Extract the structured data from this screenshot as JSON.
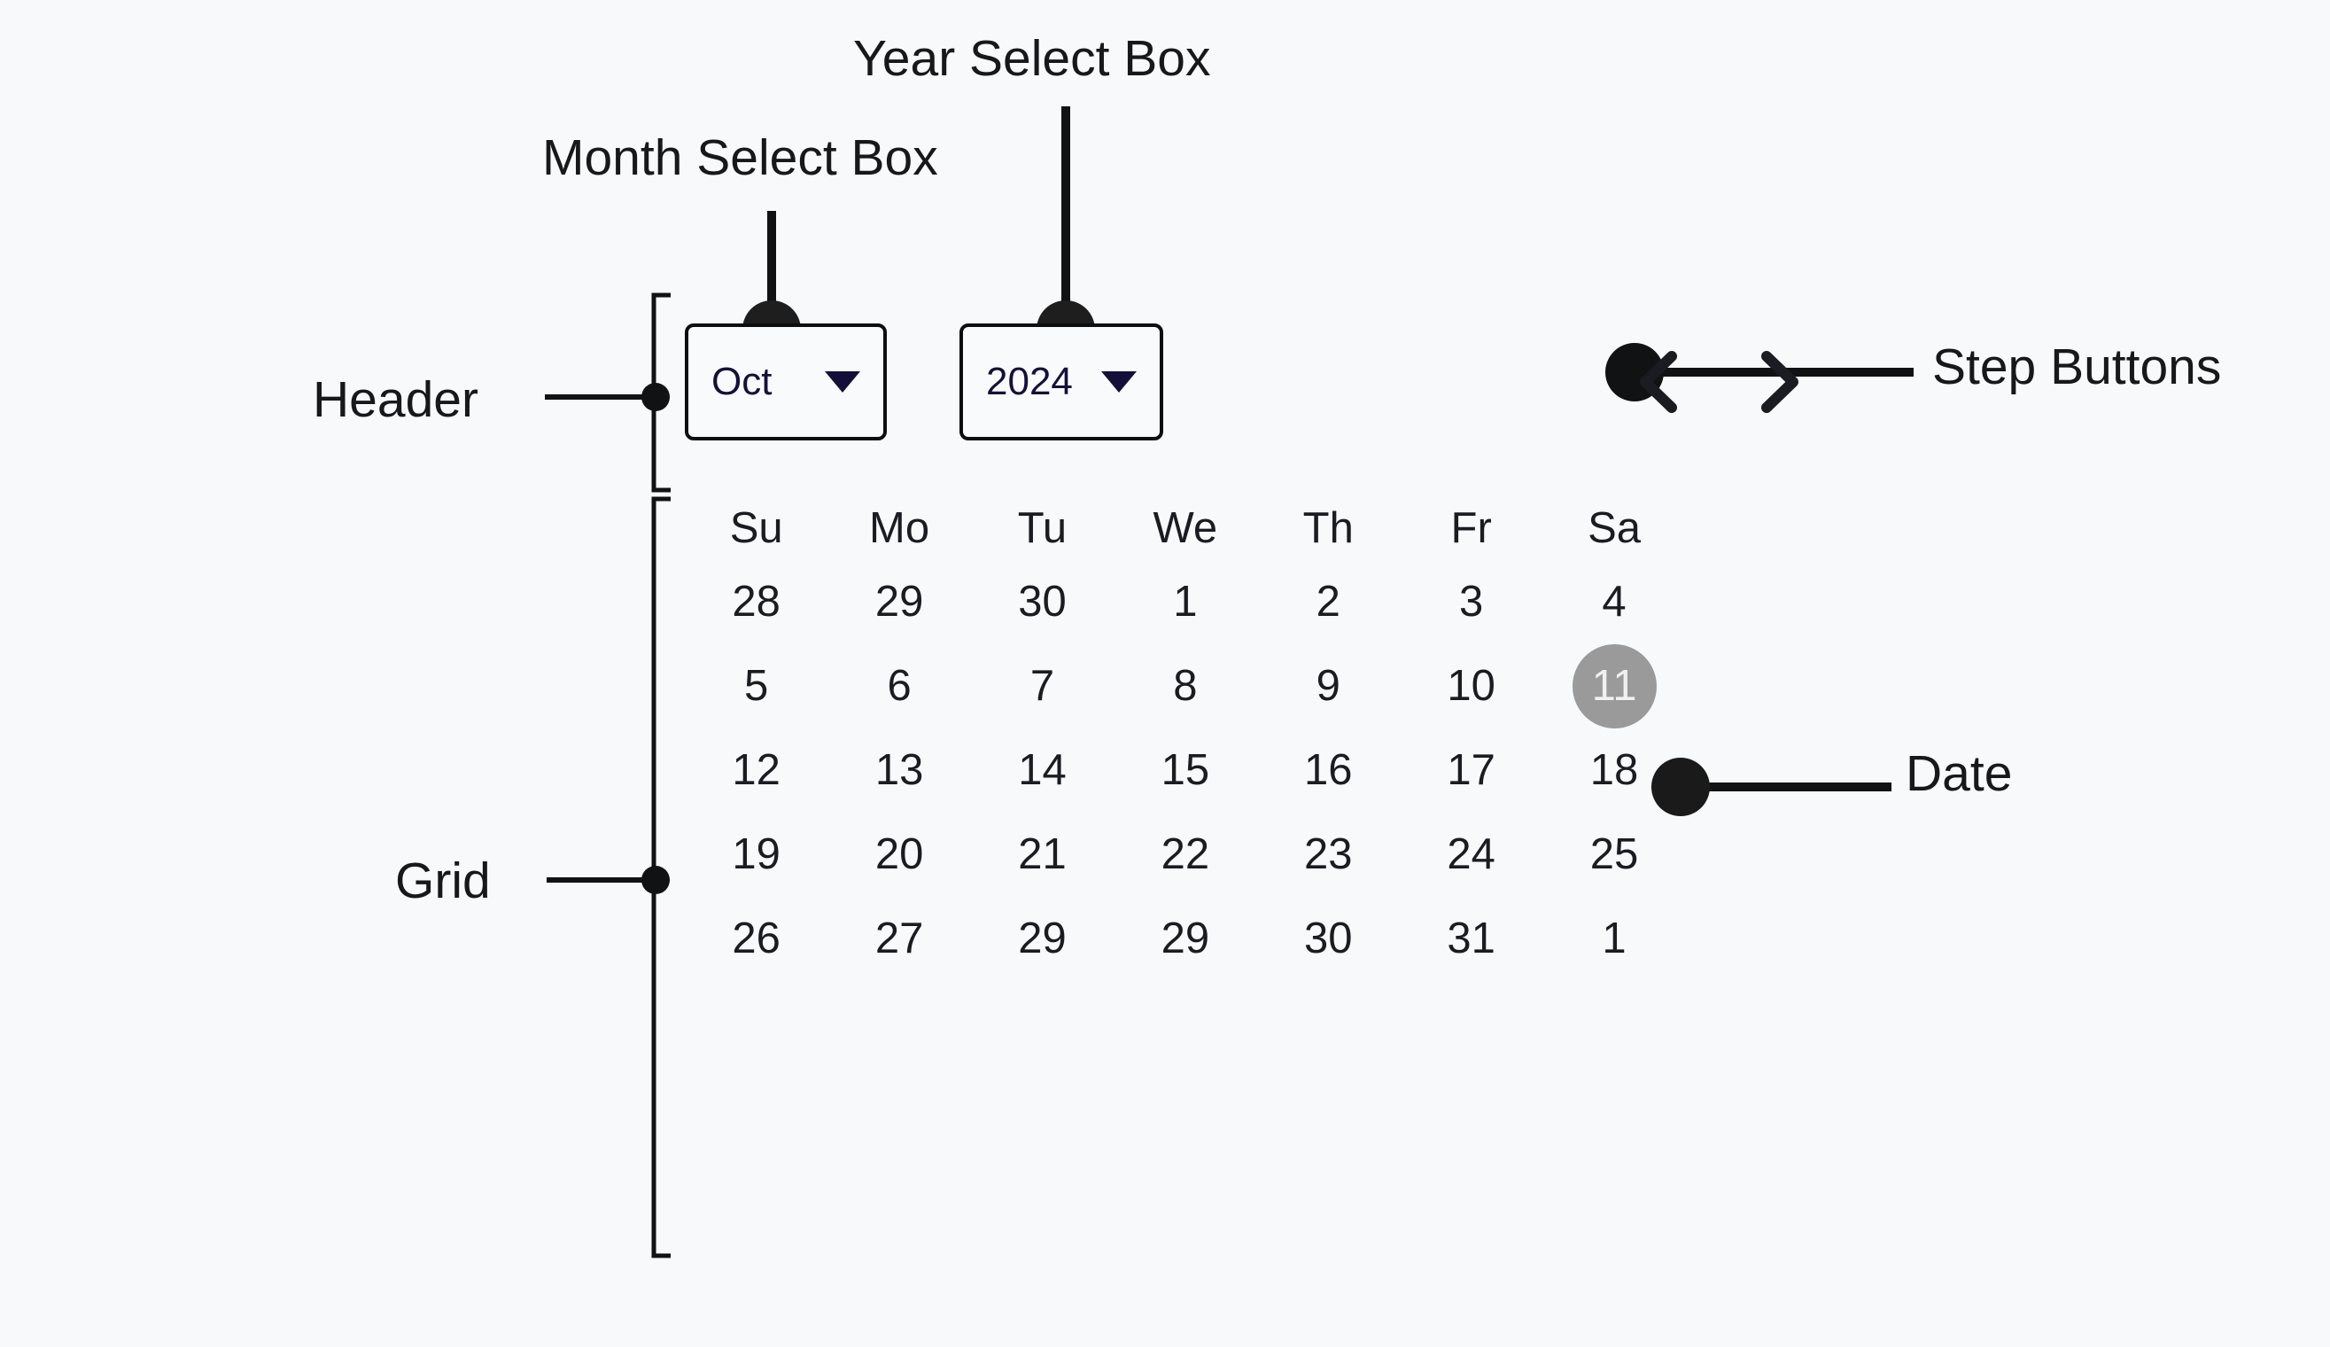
{
  "background_color": "#f7f9fb",
  "annotations": [
    {
      "key": "month_select",
      "label": "Month Select Box"
    },
    {
      "key": "year_select",
      "label": "Year Select Box"
    },
    {
      "key": "step_buttons",
      "label": "Step Buttons"
    },
    {
      "key": "date",
      "label": "Date"
    },
    {
      "key": "header",
      "label": "Header"
    },
    {
      "key": "grid",
      "label": "Grid"
    }
  ],
  "annotation_labels": {
    "month_select": "Month Select Box",
    "year_select": "Year Select Box",
    "step_buttons": "Step Buttons",
    "date": "Date",
    "header": "Header",
    "grid": "Grid"
  },
  "calendar": {
    "header": {
      "month_select": {
        "value": "Oct",
        "caret_icon": "chevron-down-icon",
        "caret_color": "#140f38"
      },
      "year_select": {
        "value": "2024",
        "caret_icon": "chevron-down-icon",
        "caret_color": "#140f38"
      },
      "step_buttons": {
        "previous_icon": "chevron-left-icon",
        "next_icon": "chevron-right-icon",
        "icon_color": "#1b1c22"
      }
    },
    "grid": {
      "weekdays": [
        "Su",
        "Mo",
        "Tu",
        "We",
        "Th",
        "Fr",
        "Sa"
      ],
      "weeks": [
        [
          "28",
          "29",
          "30",
          "1",
          "2",
          "3",
          "4"
        ],
        [
          "5",
          "6",
          "7",
          "8",
          "9",
          "10",
          "11"
        ],
        [
          "12",
          "13",
          "14",
          "15",
          "16",
          "17",
          "18"
        ],
        [
          "19",
          "20",
          "21",
          "22",
          "23",
          "24",
          "25"
        ],
        [
          "26",
          "27",
          "29",
          "29",
          "30",
          "31",
          "1"
        ]
      ],
      "selected_date": "11",
      "selected_position": {
        "week": 1,
        "day": 6
      },
      "selected_bg_color": "#9a9a9a",
      "selected_text_color": "#f1f1f1"
    }
  }
}
